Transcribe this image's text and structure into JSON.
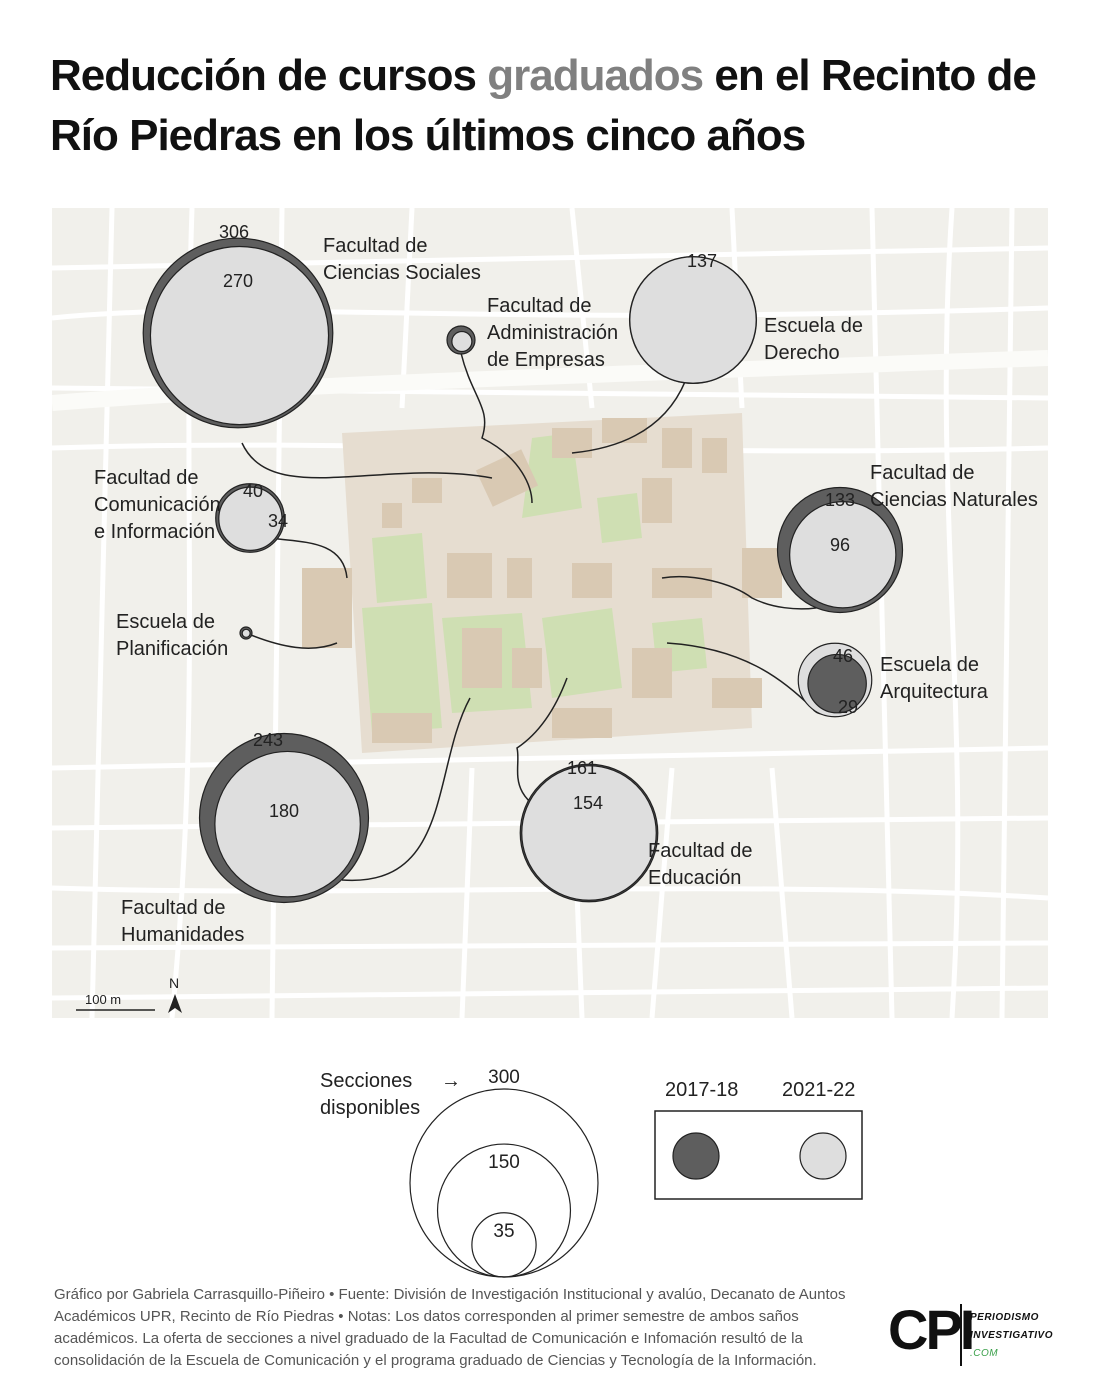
{
  "title": {
    "part1": "Reducción de cursos ",
    "highlight": "graduados",
    "part2": " en el Recinto de Río Piedras en los últimos cinco años"
  },
  "colors": {
    "accent_gray": "#808080",
    "circle_2017": "#5e5e5e",
    "circle_2021": "#dedede",
    "map_background": "#f1f0eb",
    "building": "#d9c9b3",
    "green_area": "#cfdfb3"
  },
  "map_data": {
    "faculties": [
      {
        "label": [
          "Facultad de",
          "Ciencias Sociales"
        ],
        "value_2017": 306,
        "value_2021": 270
      },
      {
        "label": [
          "Facultad de",
          "Administración",
          "de Empresas"
        ],
        "value_2017": null,
        "value_2021": null
      },
      {
        "label": [
          "Escuela de",
          "Derecho"
        ],
        "value_2017": 137,
        "value_2021": 136
      },
      {
        "label": [
          "Facultad de",
          "Comunicación",
          "e Información"
        ],
        "value_2017": 40,
        "value_2021": 34
      },
      {
        "label": [
          "Facultad de",
          "Ciencias Naturales"
        ],
        "value_2017": 133,
        "value_2021": 96
      },
      {
        "label": [
          "Escuela de",
          "Planificación"
        ],
        "value_2017": null,
        "value_2021": null
      },
      {
        "label": [
          "Escuela de",
          "Arquitectura"
        ],
        "value_2017": 29,
        "value_2021": 46
      },
      {
        "label": [
          "Facultad de",
          "Humanidades"
        ],
        "value_2017": 243,
        "value_2021": 180
      },
      {
        "label": [
          "Facultad de",
          "Educación"
        ],
        "value_2017": 161,
        "value_2021": 154
      }
    ],
    "scale_label": "100 m",
    "north_label": "N"
  },
  "legend": {
    "size_label": [
      "Secciones",
      "disponibles"
    ],
    "arrow": "→",
    "size_values": [
      300,
      150,
      35
    ],
    "year_1": "2017-18",
    "year_2": "2021-22"
  },
  "footer": {
    "text": "Gráfico por Gabriela Carrasquillo-Piñeiro • Fuente: División de Investigación Institucional y avalúo, Decanato de Auntos Académicos UPR, Recinto de Río Piedras • Notas: Los datos corresponden al primer semestre de ambos saños académicos. La oferta de secciones a nivel graduado de la Facultad de Comunicación e Infomación resultó de la consolidación de la Escuela de Comunicación y el programa graduado de Ciencias y Tecnología de la Información."
  },
  "logo": {
    "letters": "CPI",
    "line1": "PERIODISMO",
    "line2": "INVESTIGATIVO",
    "line3": ".COM"
  }
}
